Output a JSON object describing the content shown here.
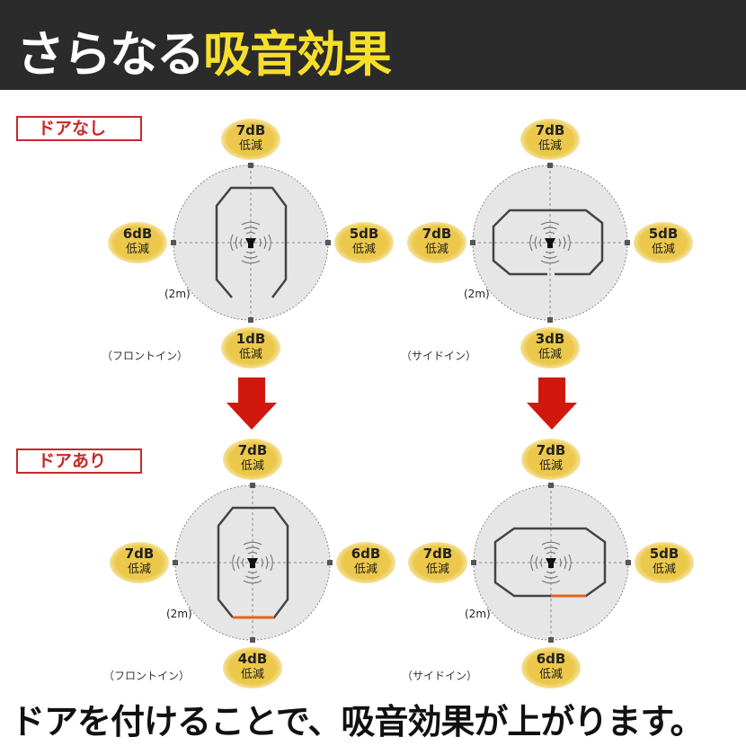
{
  "header": {
    "title_white": "さらなる",
    "title_yellow": "吸音効果"
  },
  "sections": [
    {
      "tag": "ドアなし"
    },
    {
      "tag": "ドアあり"
    }
  ],
  "panels": [
    {
      "caption": "（フロントイン）",
      "distance": "(2m)",
      "top": "7dB",
      "right": "5dB",
      "bottom": "1dB",
      "left": "6dB",
      "unit": "低減"
    },
    {
      "caption": "（サイドイン）",
      "distance": "(2m)",
      "top": "7dB",
      "right": "5dB",
      "bottom": "3dB",
      "left": "7dB",
      "unit": "低減"
    },
    {
      "caption": "（フロントイン）",
      "distance": "(2m)",
      "top": "7dB",
      "right": "6dB",
      "bottom": "4dB",
      "left": "7dB",
      "unit": "低減"
    },
    {
      "caption": "（サイドイン）",
      "distance": "(2m)",
      "top": "7dB",
      "right": "5dB",
      "bottom": "6dB",
      "left": "7dB",
      "unit": "低減"
    }
  ],
  "footer": "ドアを付けることで、吸音効果が上がります。",
  "colors": {
    "header_bg": "#2b2b2b",
    "title_yellow": "#f6df2a",
    "tag_red": "#c8282a",
    "badge": "#ecc84a",
    "arrow": "#d0180f",
    "door": "#e0661a"
  }
}
